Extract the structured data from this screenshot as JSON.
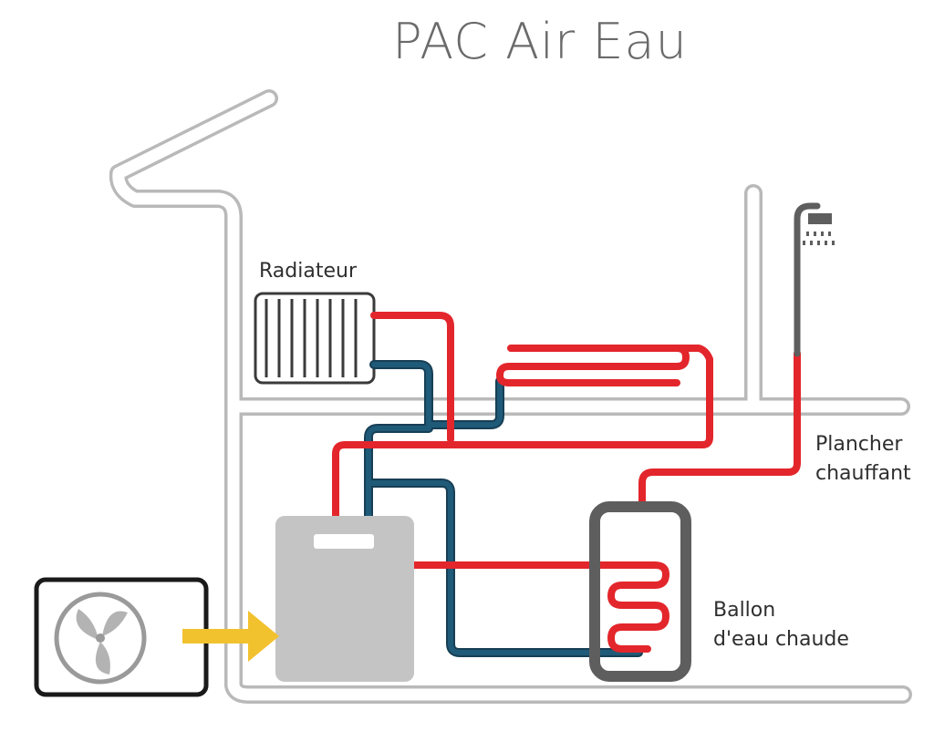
{
  "title": "PAC Air Eau",
  "labels": {
    "radiateur": "Radiateur",
    "plancher_line1": "Plancher",
    "plancher_line2": "chauffant",
    "ballon_line1": "Ballon",
    "ballon_line2": "d'eau chaude"
  },
  "colors": {
    "hot_pipe": "#e3262b",
    "cold_pipe": "#1f5a78",
    "house_outline": "#b9b9b9",
    "heat_pump_body": "#c4c4c4",
    "tank_outline": "#5e5e5e",
    "arrow": "#f2c12e",
    "outdoor_unit": "#1a1a1a"
  },
  "icons": [
    "fan-icon",
    "shower-icon",
    "arrow-icon"
  ]
}
